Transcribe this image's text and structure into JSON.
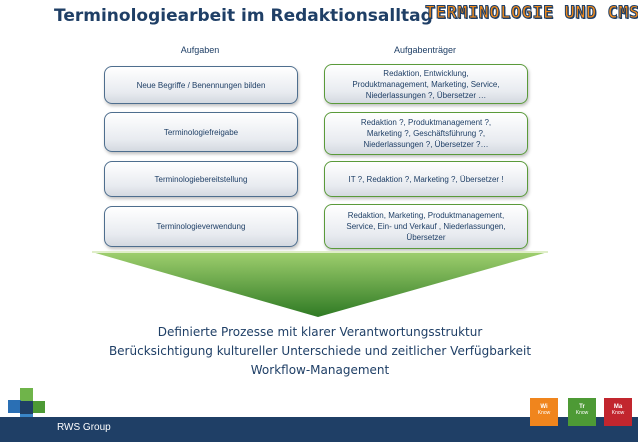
{
  "header": {
    "title": "Terminologiearbeit im Redaktionsalltag",
    "brand": "TERMINOLOGIE UND CMS"
  },
  "columns": {
    "tasks_label": "Aufgaben",
    "owners_label": "Aufgabenträger"
  },
  "rows": [
    {
      "task": "Neue  Begriffe / Benennungen bilden",
      "owner": "Redaktion, Entwicklung,\nProduktmanagement, Marketing, Service,\nNiederlassungen ?, Übersetzer …"
    },
    {
      "task": "Terminologiefreigabe",
      "owner": "Redaktion ?, Produktmanagement ?,\nMarketing ?, Geschäftsführung ?,\nNiederlassungen ?, Übersetzer  ?…"
    },
    {
      "task": "Terminologiebereitstellung",
      "owner": "IT ?, Redaktion ?, Marketing ?, Übersetzer !"
    },
    {
      "task": "Terminologieverwendung",
      "owner": "Redaktion, Marketing, Produktmanagement,\nService, Ein- und Verkauf , Niederlassungen,\nÜbersetzer"
    }
  ],
  "process_lines": [
    "Definierte Prozesse mit klarer Verantwortungsstruktur",
    "Berücksichtigung kultureller Unterschiede und zeitlicher Verfügbarkeit",
    "Workflow-Management"
  ],
  "footer": {
    "label": "RWS Group"
  },
  "tiles": [
    {
      "abbr": "Wi",
      "word": "Know",
      "color": "#f0851d"
    },
    {
      "abbr": "Tr",
      "word": "Know",
      "color": "#4d9a35"
    },
    {
      "abbr": "Ma",
      "word": "Know",
      "color": "#c2262e"
    }
  ],
  "colors": {
    "title": "#1f3f66",
    "brand": "#f08a1c",
    "task_border": "#4e6e8e",
    "owner_border": "#5a9a3a",
    "arrow_top": "#9fcf6e",
    "arrow_bottom": "#2f7a24",
    "footer": "#1f3f66"
  }
}
